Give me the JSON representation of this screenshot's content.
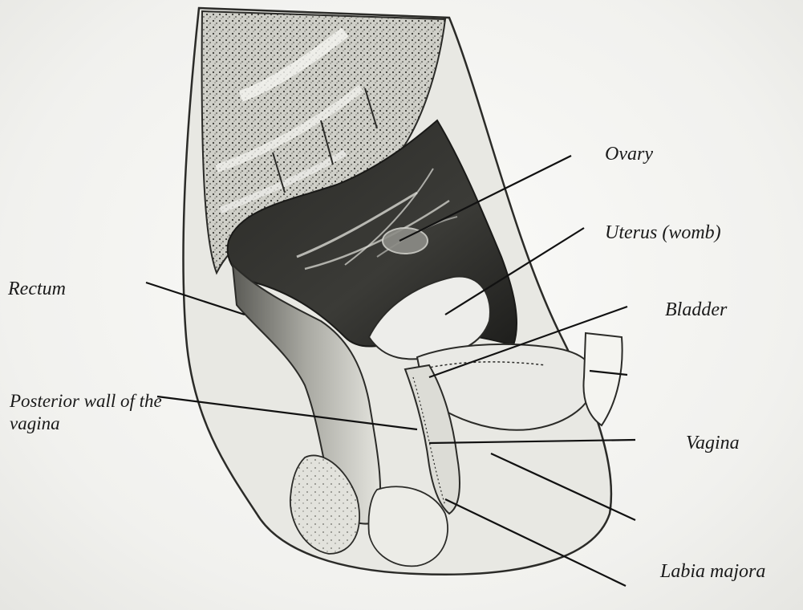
{
  "labels": {
    "ovary": "Ovary",
    "uterus": "Uterus (womb)",
    "rectum": "Rectum",
    "bladder": "Bladder",
    "posterior_wall": "Posterior wall of the vagina",
    "vagina": "Vagina",
    "labia_majora": "Labia majora"
  }
}
